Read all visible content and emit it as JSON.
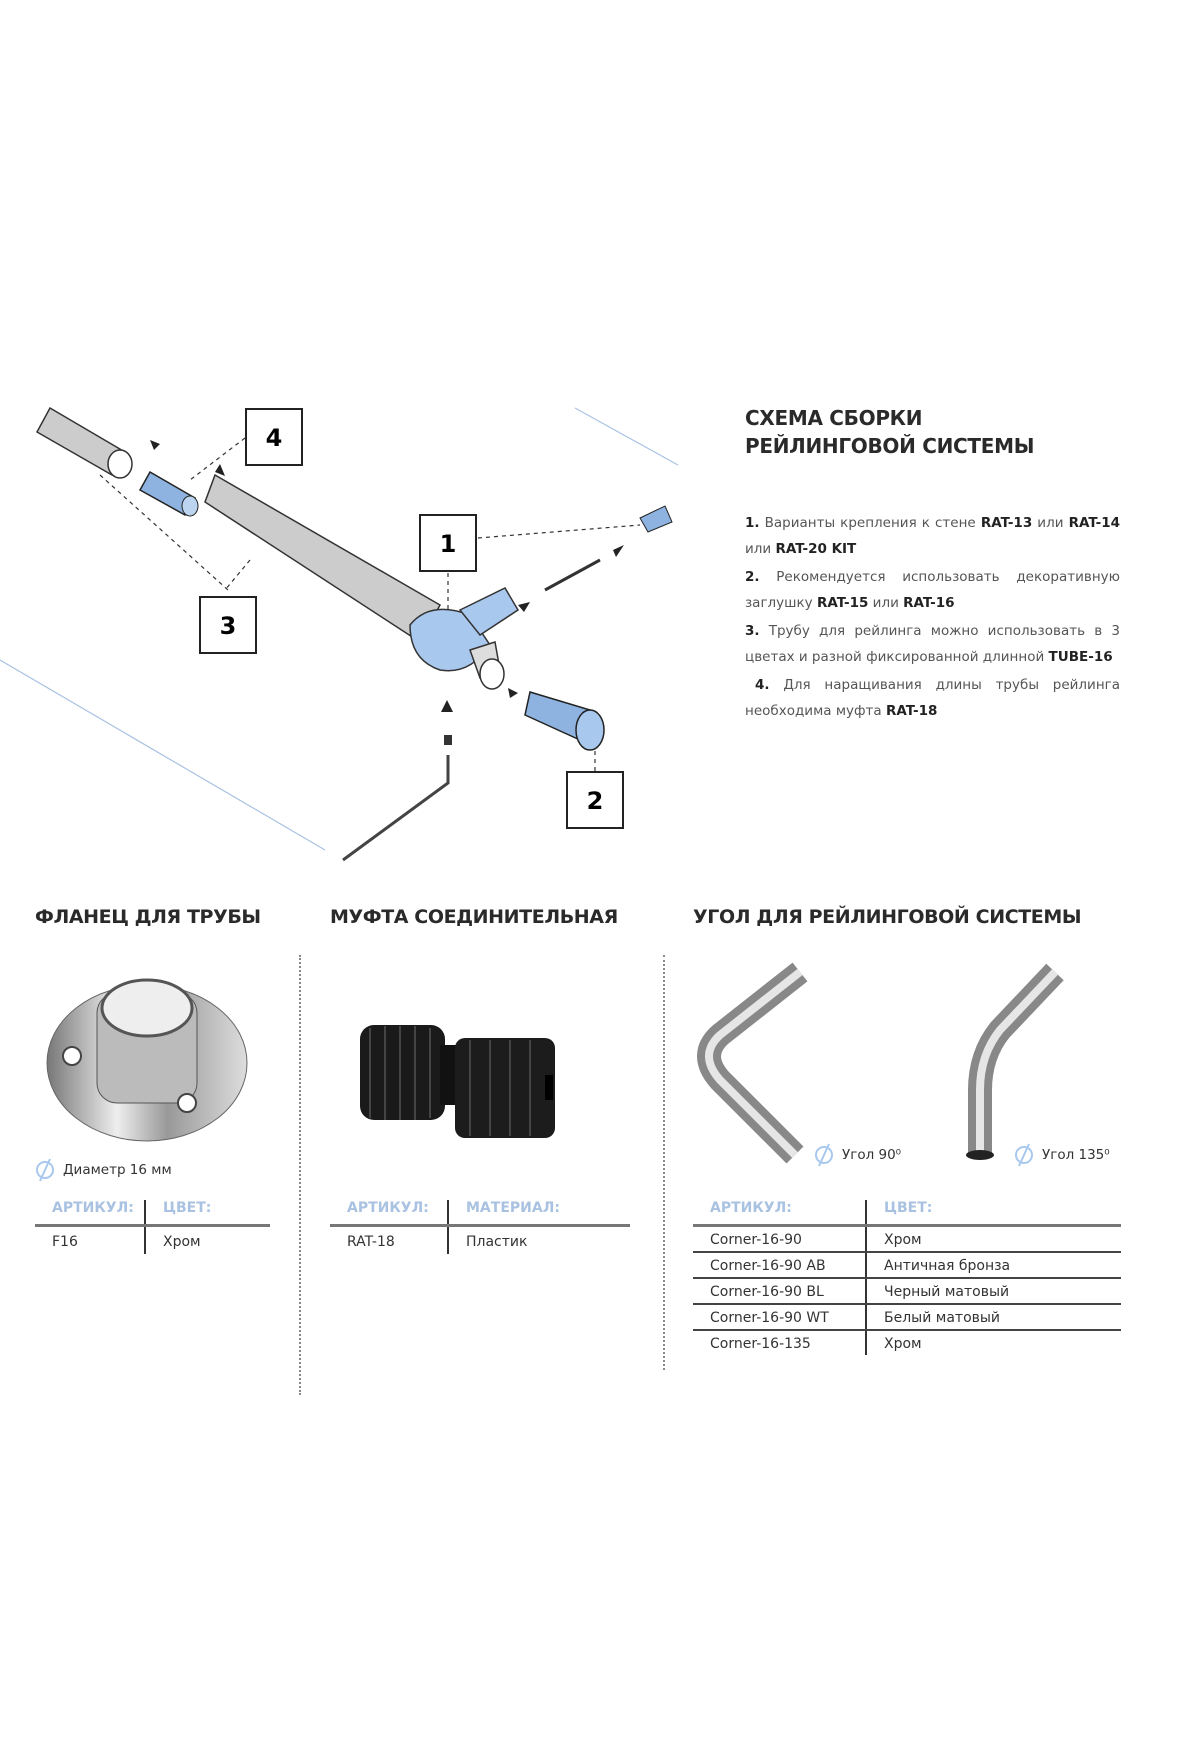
{
  "assembly": {
    "title_line1": "СХЕМА СБОРКИ",
    "title_line2": "РЕЙЛИНГОВОЙ СИСТЕМЫ",
    "callouts": [
      "1",
      "2",
      "3",
      "4"
    ],
    "steps": [
      {
        "num": "1.",
        "parts": [
          "Варианты крепления к стене ",
          "RAT-13",
          " или ",
          "RAT-14",
          " или ",
          "RAT-20 KIT"
        ]
      },
      {
        "num": "2.",
        "parts": [
          "Рекомендуется использовать декоративную заглушку ",
          "RAT-15",
          " или ",
          "RAT-16"
        ]
      },
      {
        "num": "3.",
        "parts": [
          "Трубу для рейлинга можно использовать в 3 цветах и разной фиксированной длинной ",
          "TUBE-16"
        ]
      },
      {
        "num": "4.",
        "parts": [
          "Для наращивания длины трубы рейлинга необходима муфта ",
          "RAT-18"
        ]
      }
    ]
  },
  "flange": {
    "title": "ФЛАНЕЦ ДЛЯ ТРУБЫ",
    "diameter": "Диаметр 16 мм",
    "headers": [
      "АРТИКУЛ:",
      "ЦВЕТ:"
    ],
    "rows": [
      [
        "F16",
        "Хром"
      ]
    ]
  },
  "coupling": {
    "title": "МУФТА СОЕДИНИТЕЛЬНАЯ",
    "headers": [
      "АРТИКУЛ:",
      "МАТЕРИАЛ:"
    ],
    "rows": [
      [
        "RAT-18",
        "Пластик"
      ]
    ]
  },
  "corner": {
    "title": "УГОЛ ДЛЯ РЕЙЛИНГОВОЙ СИСТЕМЫ",
    "angle90": "Угол 90⁰",
    "angle135": "Угол 135⁰",
    "headers": [
      "АРТИКУЛ:",
      "ЦВЕТ:"
    ],
    "rows": [
      [
        "Corner-16-90",
        "Хром"
      ],
      [
        "Corner-16-90 AB",
        "Античная бронза"
      ],
      [
        "Corner-16-90 BL",
        "Черный матовый"
      ],
      [
        "Corner-16-90 WT",
        "Белый матовый"
      ],
      [
        "Corner-16-135",
        "Хром"
      ]
    ]
  },
  "colors": {
    "accent_blue": "#a9c8ee",
    "header_blue": "#a9c2e2",
    "text": "#2a2a2a"
  }
}
